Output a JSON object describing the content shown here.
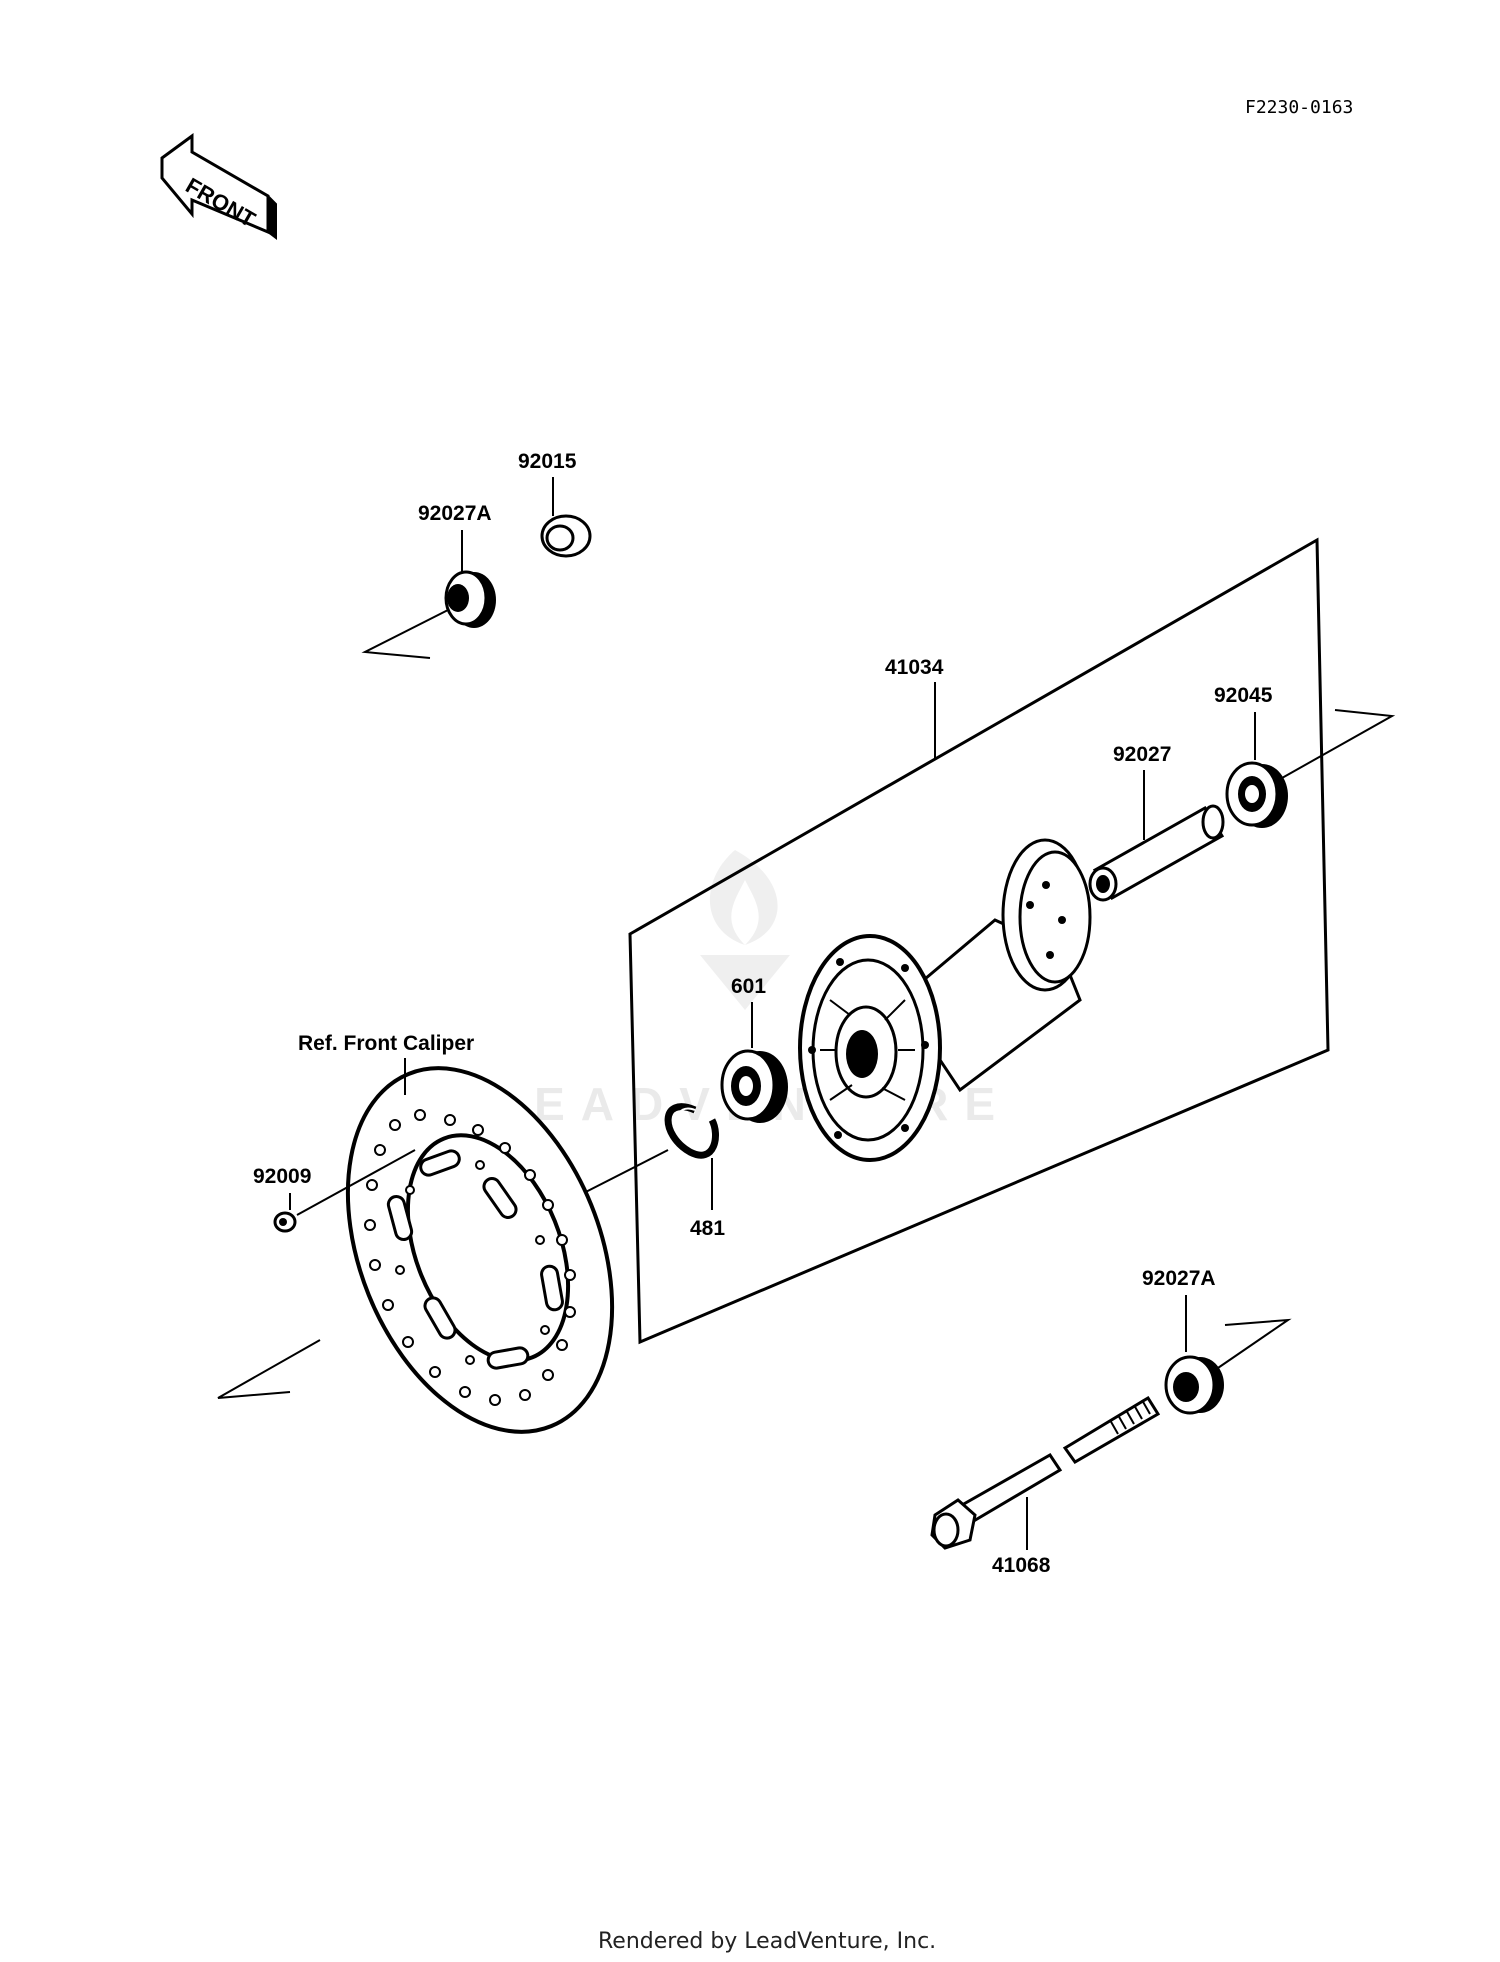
{
  "diagram_code": "F2230-0163",
  "front_arrow_label": "FRONT",
  "watermark": "LEADVENTURE",
  "footer": "Rendered by LeadVenture, Inc.",
  "callouts": {
    "p92015": "92015",
    "p92027A_top": "92027A",
    "p41034": "41034",
    "p92045": "92045",
    "p92027": "92027",
    "p601": "601",
    "ref_front_caliper": "Ref. Front Caliper",
    "p92009": "92009",
    "p481": "481",
    "p92027A_bottom": "92027A",
    "p41068": "41068"
  }
}
